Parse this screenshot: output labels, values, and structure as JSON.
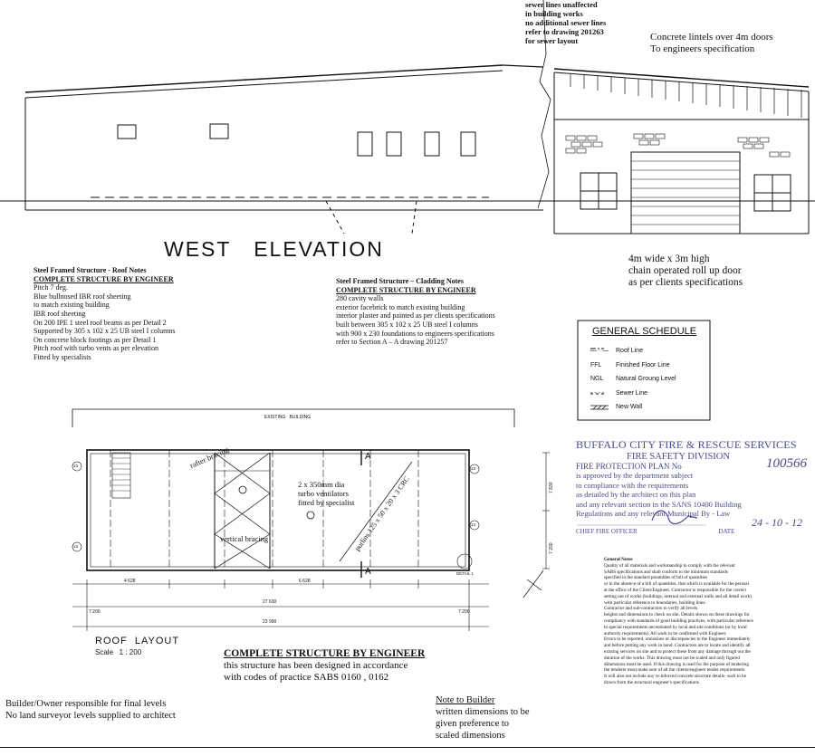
{
  "sewer_note": "sewer lines unaffected\nin building works\nno additional sewer lines\nrefer to drawing  201263\nfor sewer layout",
  "lintel_note": "Concrete lintels over 4m doors\nTo engineers specification",
  "west_elevation_title": "WEST   ELEVATION",
  "door_note": "4m wide x 3m high\nchain operated roll up door\nas per clients specifications",
  "roof_notes": {
    "heading": "Steel Framed Structure - Roof Notes",
    "subheading": "COMPLETE STRUCTURE BY ENGINEER",
    "body": "Pitch 7 deg.\nBlue bullnosed IBR roof sheeting\nto match existing building\nIBR  roof sheeting\nOn 200 IPE 1 steel roof beams as per Detail  2\nSupported by 305 x 102 x 25 UB steel I columns\nOn concrete block footings as per Detail 1\nPitch roof with turbo vents as per elevation\nFitted by specialists"
  },
  "cladding_notes": {
    "heading": "Steel Framed Structure – Cladding Notes",
    "subheading": "COMPLETE STRUCTURE BY ENGINEER",
    "body": "280 cavity walls\nexterior facebrick to match existing building\ninterior plaster and painted as per clients specifications\nbuilt between 305 x 102 x 25 UB steel I columns\nwith 900 x 230 foundations to engineers specifications\nrefer to Section A – A drawing 201257"
  },
  "schedule": {
    "title": "GENERAL SCHEDULE",
    "items": [
      {
        "key": "— · —",
        "label": "Roof Line"
      },
      {
        "key": "FFL",
        "label": "Finished Floor Line"
      },
      {
        "key": "NGL",
        "label": "Natural Groung Level"
      },
      {
        "key": "- - - -",
        "label": "Sewer Line"
      },
      {
        "key": "∕∕∕",
        "label": "New Wall"
      }
    ]
  },
  "stamp": {
    "line1": "BUFFALO CITY FIRE & RESCUE SERVICES",
    "line2": "FIRE SAFETY DIVISION",
    "line3": "FIRE PROTECTION PLAN No",
    "number": "100566",
    "body": "is approved by the department subject\nto compliance with the requirements\nas detailed by the architect on this plan\nand any relevant section in the SANS 10400 Building\nRegulations and any relevant Municipal By - Law",
    "date": "24 - 10 - 12",
    "chief": "CHIEF FIRE OFFICER",
    "date_label": "DATE"
  },
  "plan_labels": {
    "existing": "EXISTING   BUILDING",
    "rafter": "rafter bracing",
    "vertical": "vertical bracing",
    "turbo": "2 x 350mm dia\nturbo ventilators\nfitted by specialist",
    "purlins": "purlins 125 x 50 x 20 x 3 CRC",
    "sectionA": "A",
    "sectionA2": "A",
    "detail": "DETAIL 1",
    "dim_total": "27 630",
    "dim_total2": "23 990",
    "dim_seg": "4 628",
    "dim_seg2": "6 628",
    "dim_left": "7 200",
    "dim_right": "7 200",
    "side_dim1": "7 830",
    "side_dim2": "7 200",
    "grid": "13"
  },
  "roof_layout": {
    "title": "ROOF  LAYOUT",
    "scale": "Scale   1 : 200"
  },
  "complete_structure": {
    "heading": "COMPLETE STRUCTURE BY ENGINEER",
    "body": "this structure has been designed in accordance\nwith codes of practice SABS 0160 , 0162"
  },
  "builder_note": "Builder/Owner responsible for final levels\nNo land surveyor levels supplied to architect",
  "note_to_builder": {
    "heading": "Note to Builder",
    "body": "written dimensions to be\ngiven preference to\nscaled dimensions"
  },
  "general_notes": {
    "heading": "General Notes",
    "body": "Quality of all materials and workmanship to comply with the relevant\nSABS specifications and shall conform to the minimum standards\nspecified in the standard preambles of bill of quantities\nor in the absence of a bill of quantities, that which is available for the perusal\nat the office of the Client/Engineer. Contractor is responsible for the correct\nsetting out of works (buildings, internal and external walls and all detail work)\nwith particular reference to boundaries, building lines.\nContractor and sub-contractors to verify all levels\nheights and dimensions to check on site. Details shown on these drawings for\ncompliancy with standards of good building practices, with particular reference\nto special requirements necessitated by local and site conditions (or by local\nauthority requirements). All work to be confirmed with Engineer.\nErrors to be reported, omissions or discrepancies to the Engineer immediately\nand before putting any work in hand. Contractors are to locate and identify all\nexisting services on site and to protect these from any damage through out the\nduration of the works. This drawing must not be scaled and only figured\ndimensions must be used. If this drawing is used for the purpose of tendering\nthe tenderer must make sure of all the clients/engineer tender requirements.\nIt will also not include any re-inforced concrete structure details- such to be\ndrawn from the structural engineer's specifications."
  },
  "colors": {
    "ink": "#111111",
    "stamp": "#4a4a8a",
    "paper": "#ffffff"
  }
}
